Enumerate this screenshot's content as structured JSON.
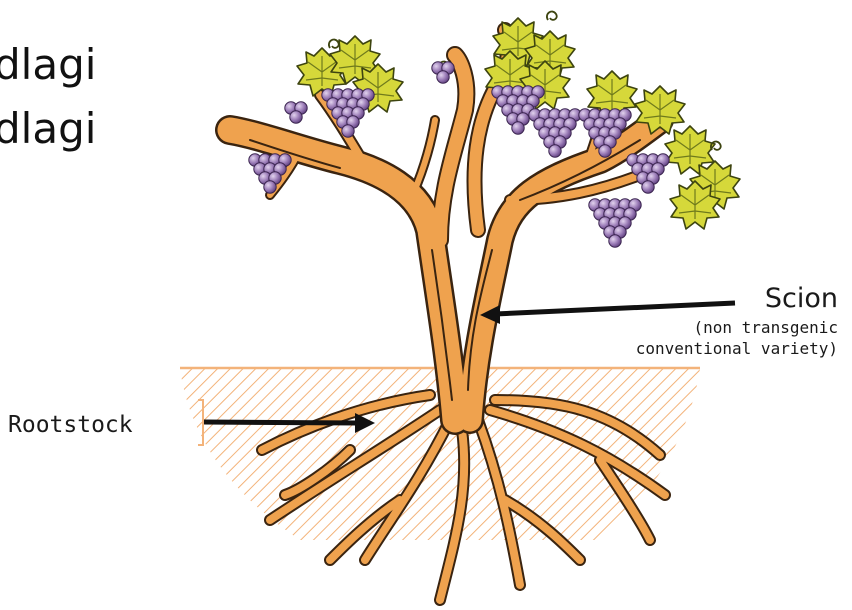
{
  "slide": {
    "line1": "dlagi",
    "line2": "dlagi"
  },
  "diagram": {
    "scion_label": "Scion",
    "scion_note_1": "(non transgenic",
    "scion_note_2": "conventional variety)",
    "rootstock_label": "Rootstock"
  },
  "colors": {
    "trunk": "#EFA24E",
    "outline": "#3a2410",
    "leaf": "#D6D83A",
    "grape": "#8E6DAA",
    "soil_hatch": "#F3B37A"
  }
}
